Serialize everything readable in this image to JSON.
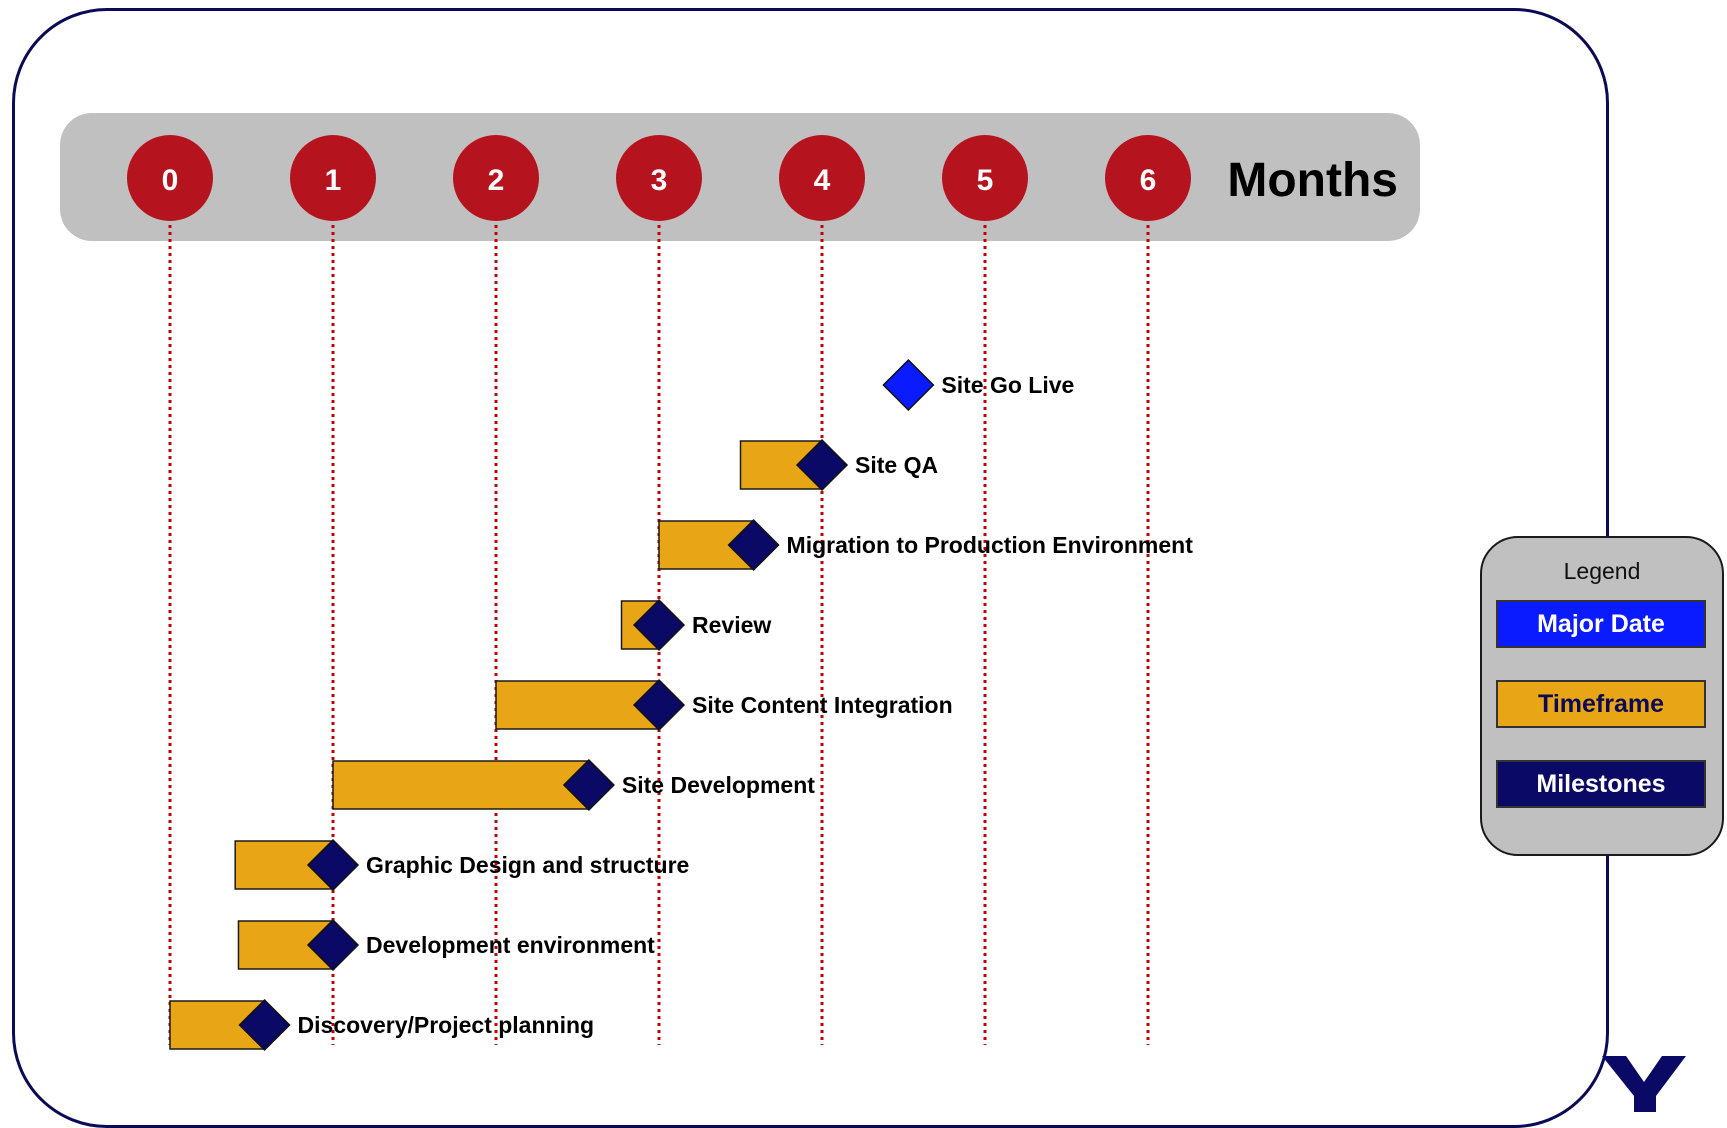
{
  "colors": {
    "header_band": "#c0c0c0",
    "month_circle": "#b5141e",
    "gridline": "#c00000",
    "timeframe": "#e8a617",
    "milestone": "#0a0a66",
    "major_date": "#0a1cff",
    "frame": "#0a0a55"
  },
  "legend": {
    "title": "Legend",
    "items": [
      {
        "label": "Major Date",
        "color": "#0a1cff",
        "text_color": "#ffffff"
      },
      {
        "label": "Timeframe",
        "color": "#e8a617",
        "text_color": "#0a0a55"
      },
      {
        "label": "Milestones",
        "color": "#0a0a66",
        "text_color": "#ffffff"
      }
    ]
  },
  "chart_data": {
    "type": "gantt",
    "axis_label": "Months",
    "ticks": [
      "0",
      "1",
      "2",
      "3",
      "4",
      "5",
      "6"
    ],
    "xlim": [
      0,
      6
    ],
    "grid": true,
    "tasks": [
      {
        "label": "Site Go Live",
        "kind": "major",
        "milestone": 4.53
      },
      {
        "label": "Site QA",
        "start": 3.5,
        "end": 4.0,
        "milestone": 4.0
      },
      {
        "label": "Migration to Production Environment",
        "start": 3.0,
        "end": 3.58,
        "milestone": 3.58
      },
      {
        "label": "Review",
        "start": 2.77,
        "end": 3.0,
        "milestone": 3.0
      },
      {
        "label": "Site Content Integration",
        "start": 2.0,
        "end": 3.0,
        "milestone": 3.0
      },
      {
        "label": "Site Development",
        "start": 1.0,
        "end": 2.57,
        "milestone": 2.57
      },
      {
        "label": "Graphic Design and structure",
        "start": 0.4,
        "end": 1.0,
        "milestone": 1.0
      },
      {
        "label": "Development environment",
        "start": 0.42,
        "end": 1.0,
        "milestone": 1.0
      },
      {
        "label": "Discovery/Project planning",
        "start": 0.0,
        "end": 0.58,
        "milestone": 0.58
      }
    ]
  }
}
